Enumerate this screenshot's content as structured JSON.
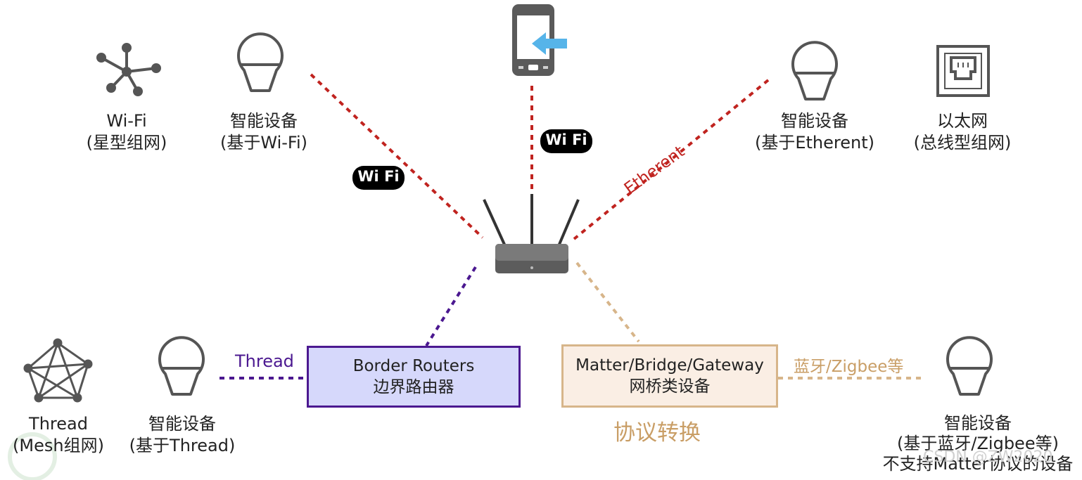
{
  "nodes": {
    "wifi_star": {
      "line1": "Wi-Fi",
      "line2": "(星型组网)"
    },
    "wifi_device": {
      "line1": "智能设备",
      "line2": "(基于Wi-Fi)"
    },
    "eth_device": {
      "line1": "智能设备",
      "line2": "(基于Etherent)"
    },
    "ethernet": {
      "line1": "以太网",
      "line2": "(总线型组网)"
    },
    "thread_mesh": {
      "line1": "Thread",
      "line2": "(Mesh组网)"
    },
    "thread_device": {
      "line1": "智能设备",
      "line2": "(基于Thread)"
    },
    "zigbee_device": {
      "line1": "智能设备",
      "line2": "(基于蓝牙/Zigbee等)",
      "line3": "不支持Matter协议的设备"
    }
  },
  "boxes": {
    "border_routers": {
      "line1": "Border Routers",
      "line2": "边界路由器"
    },
    "gateway": {
      "line1": "Matter/Bridge/Gateway",
      "line2": "网桥类设备"
    }
  },
  "edges": {
    "wifi_badge": "Wi Fi",
    "ethernet": "Etherent",
    "thread": "Thread",
    "zigbee": "蓝牙/Zigbee等"
  },
  "protocol_conversion": "协议转换",
  "watermark": "CSDN @ZW2020",
  "colors": {
    "wifi_link": "#c0231f",
    "thread_link": "#4b1890",
    "gateway_link": "#d7b58a",
    "border_router_fill": "#d6d8fb",
    "gateway_fill": "#faeee4",
    "icon_gray": "#555555",
    "phone_arrow": "#56b4e9"
  },
  "icons": [
    "star-network-icon",
    "light-bulb-icon",
    "smartphone-icon",
    "ethernet-port-icon",
    "mesh-network-icon",
    "router-icon",
    "wifi-badge-icon"
  ]
}
